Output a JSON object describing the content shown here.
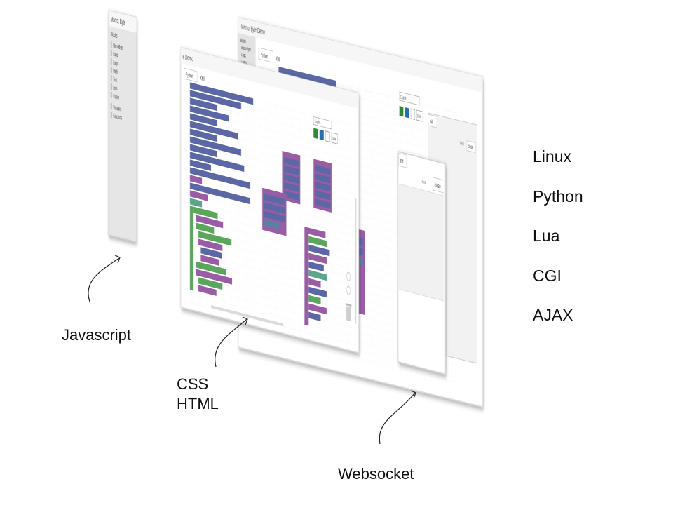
{
  "tech_stack": [
    "Linux",
    "Python",
    "Lua",
    "CGI",
    "AJAX"
  ],
  "labels": {
    "javascript": "Javascript",
    "css_html": "CSS\nHTML",
    "websocket": "Websocket"
  },
  "sidebar": {
    "title": "Macro: Byte",
    "header": "Blocks",
    "items": [
      {
        "label": "MacroByte",
        "color": "#7ab648"
      },
      {
        "label": "Logic",
        "color": "#5b80a5"
      },
      {
        "label": "Loops",
        "color": "#5ba55b"
      },
      {
        "label": "Math",
        "color": "#5b67a5"
      },
      {
        "label": "Text",
        "color": "#5ba58c"
      },
      {
        "label": "Lists",
        "color": "#745ba5"
      },
      {
        "label": "Colour",
        "color": "#a5745b"
      },
      {
        "label": "Variables",
        "color": "#a55b80"
      },
      {
        "label": "Functions",
        "color": "#995ba5"
      }
    ]
  },
  "editor_window": {
    "title": "Macro: Byte Demo",
    "title_partial": "e Demo",
    "tabs": [
      "Python",
      "XML"
    ],
    "language": "English",
    "delete_label": "Dele"
  },
  "websocket_panel": {
    "init_label": "init",
    "send_label": "Send",
    "close_label": "close"
  },
  "colors": {
    "block_blue": "#5b67a5",
    "block_purple": "#995ba5",
    "block_green": "#5ba55b",
    "block_teal": "#5ba58c",
    "block_lightblue": "#5b80a5",
    "button_green": "#2e8b2e",
    "button_blue": "#2a6eb4"
  }
}
